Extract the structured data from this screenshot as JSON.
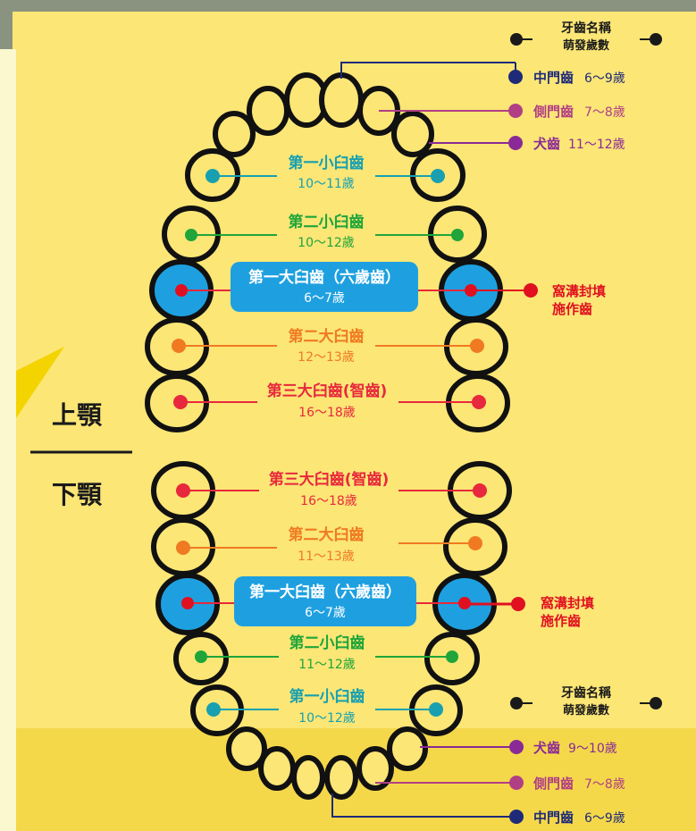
{
  "colors": {
    "background": "#fbe676",
    "central": "#1f2a78",
    "lateral": "#b13f84",
    "canine": "#8a2a96",
    "first_premolar": "#18a0b0",
    "second_premolar": "#1fa53a",
    "first_molar": "#1ea0e0",
    "second_molar": "#f07a22",
    "third_molar": "#e8283c",
    "sealant": "#e01020"
  },
  "jaw": {
    "upper": "上顎",
    "lower": "下顎"
  },
  "upper_legend": {
    "header_line1": "牙齒名稱",
    "header_line2": "萌發歲數",
    "central": {
      "name": "中門齒",
      "age": "6～9歲"
    },
    "lateral": {
      "name": "側門齒",
      "age": "7～8歲"
    },
    "canine": {
      "name": "犬齒",
      "age": "11～12歲"
    }
  },
  "lower_legend": {
    "header_line1": "牙齒名稱",
    "header_line2": "萌發歲數",
    "canine": {
      "name": "犬齒",
      "age": "9～10歲"
    },
    "lateral": {
      "name": "側門齒",
      "age": "7～8歲"
    },
    "central": {
      "name": "中門齒",
      "age": "6～9歲"
    }
  },
  "upper_teeth": {
    "first_premolar": {
      "name": "第一小臼齒",
      "age": "10～11歲"
    },
    "second_premolar": {
      "name": "第二小臼齒",
      "age": "10～12歲"
    },
    "first_molar": {
      "name": "第一大臼齒（六歲齒）",
      "age": "6～7歲"
    },
    "second_molar": {
      "name": "第二大臼齒",
      "age": "12～13歲"
    },
    "third_molar": {
      "name": "第三大臼齒(智齒)",
      "age": "16～18歲"
    }
  },
  "lower_teeth": {
    "third_molar": {
      "name": "第三大臼齒(智齒)",
      "age": "16～18歲"
    },
    "second_molar": {
      "name": "第二大臼齒",
      "age": "11～13歲"
    },
    "first_molar": {
      "name": "第一大臼齒（六歲齒）",
      "age": "6～7歲"
    },
    "second_premolar": {
      "name": "第二小臼齒",
      "age": "11～12歲"
    },
    "first_premolar": {
      "name": "第一小臼齒",
      "age": "10～12歲"
    }
  },
  "sealant": {
    "upper_line1": "窩溝封填",
    "upper_line2": "施作齒",
    "lower_line1": "窩溝封填",
    "lower_line2": "施作齒"
  }
}
